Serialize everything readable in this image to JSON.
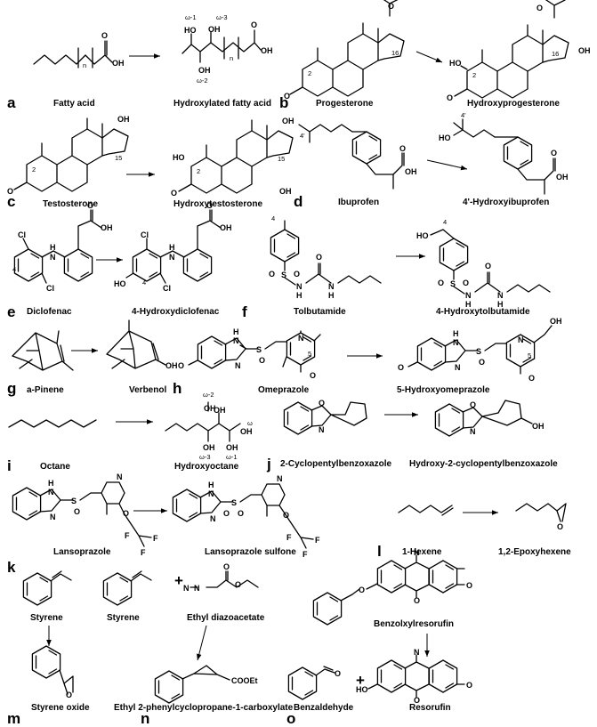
{
  "panels": [
    {
      "letter": "a",
      "substrate": "Fatty acid",
      "product": "Hydroxylated fatty acid"
    },
    {
      "letter": "b",
      "substrate": "Progesterone",
      "product": "Hydroxyprogesterone"
    },
    {
      "letter": "c",
      "substrate": "Testosterone",
      "product": "Hydroxytestosterone"
    },
    {
      "letter": "d",
      "substrate": "Ibuprofen",
      "product": "4'-Hydroxyibuprofen"
    },
    {
      "letter": "e",
      "substrate": "Diclofenac",
      "product": "4-Hydroxydiclofenac"
    },
    {
      "letter": "f",
      "substrate": "Tolbutamide",
      "product": "4-Hydroxytolbutamide"
    },
    {
      "letter": "g",
      "substrate": "a-Pinene",
      "product": "Verbenol"
    },
    {
      "letter": "h",
      "substrate": "Omeprazole",
      "product": "5-Hydroxyomeprazole"
    },
    {
      "letter": "i",
      "substrate": "Octane",
      "product": "Hydroxyoctane"
    },
    {
      "letter": "j",
      "substrate": "2-Cyclopentylbenzoxazole",
      "product": "Hydroxy-2-cyclopentylbenzoxazole"
    },
    {
      "letter": "k",
      "substrate": "Lansoprazole",
      "product": "Lansoprazole sulfone"
    },
    {
      "letter": "l",
      "substrate": "1-Hexene",
      "product": "1,2-Epoxyhexene"
    },
    {
      "letter": "m",
      "substrate": "Styrene",
      "product": "Styrene oxide"
    },
    {
      "letter": "n",
      "substrate": "Styrene",
      "reagent": "Ethyl diazoacetate",
      "product": "Ethyl 2-phenylcyclopropane-1-carboxylate"
    },
    {
      "letter": "o",
      "substrate": "Benzolxylresorufin",
      "product1": "Benzaldehyde",
      "product2": "Resorufin"
    }
  ],
  "atom_labels": {
    "oh": "OH",
    "ho": "HO",
    "o": "O",
    "h": "H",
    "n": "N",
    "s": "S",
    "cl": "Cl",
    "f": "F",
    "nh": "NH",
    "plus": "+",
    "cooet": "COOEt",
    "n_sub": "n",
    "w1": "ω-1",
    "w2": "ω-2",
    "w3": "ω-3",
    "w": "ω",
    "c2": "2",
    "c4": "4",
    "c4p": "4'",
    "c5": "5",
    "c15": "15",
    "c16": "16"
  }
}
